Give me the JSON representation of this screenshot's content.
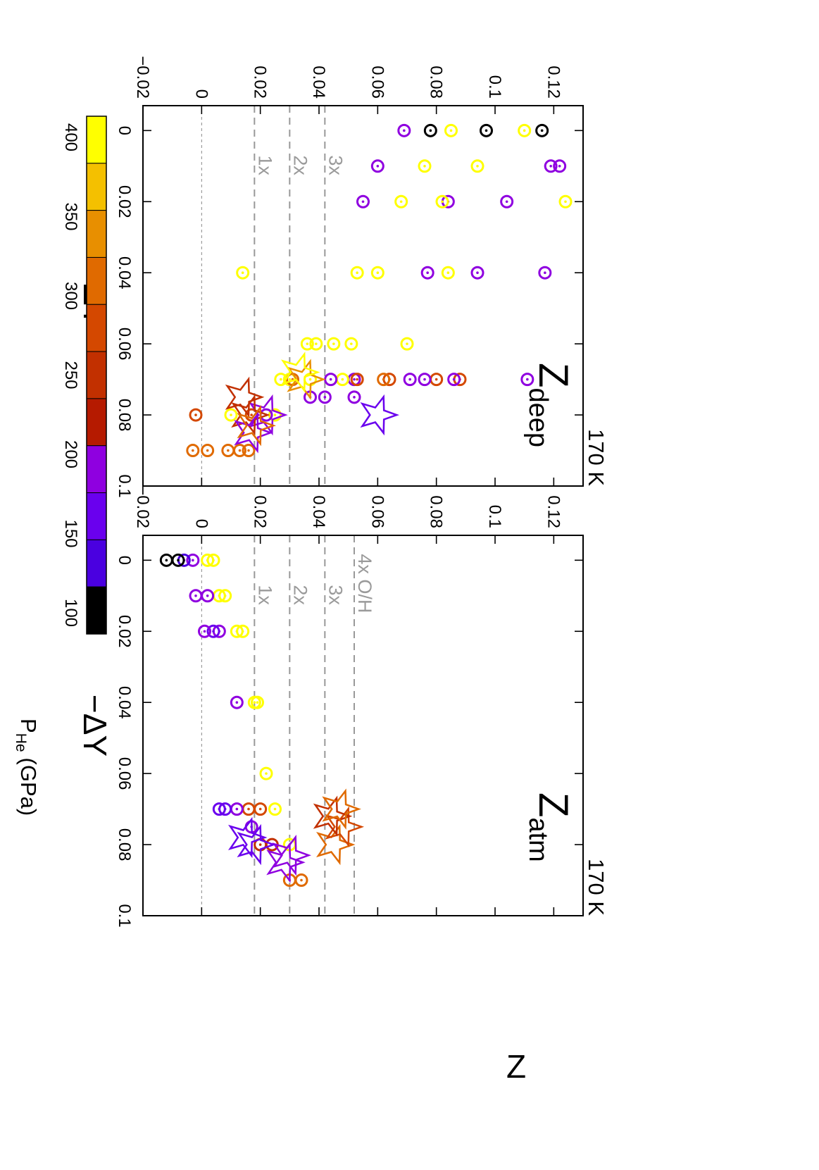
{
  "figure": {
    "ylabel": "Z",
    "colorbar": {
      "title": "P",
      "title_sub": "He",
      "title_unit": "(GPa)",
      "ticks": [
        "100",
        "150",
        "200",
        "250",
        "300",
        "350",
        "400"
      ],
      "range": [
        100,
        400
      ],
      "colors": [
        "#000000",
        "#4a00e0",
        "#6a00ee",
        "#8f00e0",
        "#b51a00",
        "#c23000",
        "#d44800",
        "#e06a00",
        "#e88f00",
        "#f4c000",
        "#ffff00"
      ]
    },
    "ref_lines": [
      {
        "label": "4x O/H",
        "z": 0.052
      },
      {
        "label": "3x",
        "z": 0.042
      },
      {
        "label": "2x",
        "z": 0.03
      },
      {
        "label": "1x",
        "z": 0.018
      }
    ]
  },
  "chart_data": [
    {
      "type": "scatter",
      "title": "Z",
      "title_sub": "deep",
      "temperature": "170 K",
      "xlabel": "−ΔY",
      "ylabel": "Z",
      "xlim": [
        -0.007,
        0.1
      ],
      "ylim": [
        -0.02,
        0.13
      ],
      "xticks": [
        "0",
        "0.02",
        "0.04",
        "0.06",
        "0.08",
        "0.1"
      ],
      "yticks": [
        "−0.02",
        "0",
        "0.02",
        "0.04",
        "0.06",
        "0.08",
        "0.1",
        "0.12"
      ],
      "ref_labels": [
        "3x",
        "2x",
        "1x"
      ],
      "points": [
        {
          "x": 0,
          "z": 0.116,
          "p": 100
        },
        {
          "x": 0,
          "z": 0.11,
          "p": 400
        },
        {
          "x": 0,
          "z": 0.097,
          "p": 100
        },
        {
          "x": 0,
          "z": 0.078,
          "p": 100
        },
        {
          "x": 0,
          "z": 0.069,
          "p": 200
        },
        {
          "x": 0,
          "z": 0.085,
          "p": 400
        },
        {
          "x": 0.01,
          "z": 0.119,
          "p": 190
        },
        {
          "x": 0.01,
          "z": 0.122,
          "p": 190
        },
        {
          "x": 0.01,
          "z": 0.094,
          "p": 400
        },
        {
          "x": 0.01,
          "z": 0.076,
          "p": 400
        },
        {
          "x": 0.01,
          "z": 0.06,
          "p": 200
        },
        {
          "x": 0.02,
          "z": 0.124,
          "p": 400
        },
        {
          "x": 0.02,
          "z": 0.104,
          "p": 190
        },
        {
          "x": 0.02,
          "z": 0.084,
          "p": 190
        },
        {
          "x": 0.02,
          "z": 0.082,
          "p": 400
        },
        {
          "x": 0.02,
          "z": 0.068,
          "p": 400
        },
        {
          "x": 0.02,
          "z": 0.055,
          "p": 190
        },
        {
          "x": 0.04,
          "z": 0.117,
          "p": 190
        },
        {
          "x": 0.04,
          "z": 0.094,
          "p": 190
        },
        {
          "x": 0.04,
          "z": 0.084,
          "p": 400
        },
        {
          "x": 0.04,
          "z": 0.077,
          "p": 190
        },
        {
          "x": 0.04,
          "z": 0.06,
          "p": 400
        },
        {
          "x": 0.04,
          "z": 0.053,
          "p": 400
        },
        {
          "x": 0.04,
          "z": 0.014,
          "p": 400
        },
        {
          "x": 0.06,
          "z": 0.07,
          "p": 400
        },
        {
          "x": 0.06,
          "z": 0.051,
          "p": 400
        },
        {
          "x": 0.06,
          "z": 0.045,
          "p": 400
        },
        {
          "x": 0.06,
          "z": 0.039,
          "p": 400
        },
        {
          "x": 0.06,
          "z": 0.036,
          "p": 400
        },
        {
          "x": 0.07,
          "z": 0.111,
          "p": 190
        },
        {
          "x": 0.07,
          "z": 0.088,
          "p": 270
        },
        {
          "x": 0.07,
          "z": 0.086,
          "p": 190
        },
        {
          "x": 0.07,
          "z": 0.08,
          "p": 270
        },
        {
          "x": 0.07,
          "z": 0.076,
          "p": 190
        },
        {
          "x": 0.07,
          "z": 0.071,
          "p": 190
        },
        {
          "x": 0.07,
          "z": 0.064,
          "p": 270
        },
        {
          "x": 0.07,
          "z": 0.052,
          "p": 190
        },
        {
          "x": 0.07,
          "z": 0.048,
          "p": 400
        },
        {
          "x": 0.07,
          "z": 0.044,
          "p": 190
        },
        {
          "x": 0.07,
          "z": 0.037,
          "p": 400
        },
        {
          "x": 0.07,
          "z": 0.03,
          "p": 400
        },
        {
          "x": 0.07,
          "z": 0.027,
          "p": 400
        },
        {
          "x": 0.07,
          "z": 0.053,
          "p": 270
        },
        {
          "x": 0.07,
          "z": 0.062,
          "p": 300
        },
        {
          "x": 0.07,
          "z": 0.031,
          "p": 300
        },
        {
          "x": 0.075,
          "z": 0.052,
          "p": 190
        },
        {
          "x": 0.075,
          "z": 0.042,
          "p": 190
        },
        {
          "x": 0.075,
          "z": 0.037,
          "p": 190
        },
        {
          "x": 0.08,
          "z": 0.025,
          "p": 400
        },
        {
          "x": 0.08,
          "z": 0.022,
          "p": 190
        },
        {
          "x": 0.08,
          "z": 0.017,
          "p": 270
        },
        {
          "x": 0.08,
          "z": 0.01,
          "p": 400
        },
        {
          "x": 0.08,
          "z": -0.002,
          "p": 270
        },
        {
          "x": 0.09,
          "z": 0.016,
          "p": 300
        },
        {
          "x": 0.09,
          "z": 0.013,
          "p": 300
        },
        {
          "x": 0.09,
          "z": 0.009,
          "p": 300
        },
        {
          "x": 0.09,
          "z": 0.002,
          "p": 300
        },
        {
          "x": 0.09,
          "z": -0.003,
          "p": 300
        }
      ],
      "stars": [
        {
          "x": 0.08,
          "z": 0.06,
          "p": 170
        },
        {
          "x": 0.07,
          "z": 0.035,
          "p": 350
        },
        {
          "x": 0.068,
          "z": 0.033,
          "p": 400
        },
        {
          "x": 0.08,
          "z": 0.022,
          "p": 180
        },
        {
          "x": 0.08,
          "z": 0.016,
          "p": 250
        },
        {
          "x": 0.075,
          "z": 0.014,
          "p": 260
        },
        {
          "x": 0.085,
          "z": 0.017,
          "p": 200
        },
        {
          "x": 0.083,
          "z": 0.018,
          "p": 300
        }
      ]
    },
    {
      "type": "scatter",
      "title": "Z",
      "title_sub": "atm",
      "temperature": "170 K",
      "xlabel": "−ΔY",
      "ylabel": "Z",
      "xlim": [
        -0.007,
        0.1
      ],
      "ylim": [
        -0.02,
        0.13
      ],
      "xticks": [
        "0",
        "0.02",
        "0.04",
        "0.06",
        "0.08",
        "0.1"
      ],
      "yticks": [
        "−0.02",
        "0",
        "0.02",
        "0.04",
        "0.06",
        "0.08",
        "0.1",
        "0.12"
      ],
      "ref_labels": [
        "4x O/H",
        "3x",
        "2x",
        "1x"
      ],
      "points": [
        {
          "x": 0,
          "z": 0.004,
          "p": 400
        },
        {
          "x": 0,
          "z": 0.002,
          "p": 400
        },
        {
          "x": 0,
          "z": -0.003,
          "p": 190
        },
        {
          "x": 0,
          "z": -0.006,
          "p": 140
        },
        {
          "x": 0,
          "z": -0.008,
          "p": 110
        },
        {
          "x": 0,
          "z": -0.012,
          "p": 100
        },
        {
          "x": 0.01,
          "z": 0.008,
          "p": 400
        },
        {
          "x": 0.01,
          "z": 0.006,
          "p": 400
        },
        {
          "x": 0.01,
          "z": 0.002,
          "p": 190
        },
        {
          "x": 0.01,
          "z": -0.002,
          "p": 190
        },
        {
          "x": 0.02,
          "z": 0.014,
          "p": 400
        },
        {
          "x": 0.02,
          "z": 0.012,
          "p": 400
        },
        {
          "x": 0.02,
          "z": 0.006,
          "p": 190
        },
        {
          "x": 0.02,
          "z": 0.004,
          "p": 150
        },
        {
          "x": 0.02,
          "z": 0.001,
          "p": 190
        },
        {
          "x": 0.04,
          "z": 0.019,
          "p": 400
        },
        {
          "x": 0.04,
          "z": 0.018,
          "p": 400
        },
        {
          "x": 0.04,
          "z": 0.012,
          "p": 190
        },
        {
          "x": 0.06,
          "z": 0.022,
          "p": 400
        },
        {
          "x": 0.07,
          "z": 0.025,
          "p": 400
        },
        {
          "x": 0.07,
          "z": 0.02,
          "p": 270
        },
        {
          "x": 0.07,
          "z": 0.016,
          "p": 270
        },
        {
          "x": 0.07,
          "z": 0.012,
          "p": 190
        },
        {
          "x": 0.07,
          "z": 0.008,
          "p": 150
        },
        {
          "x": 0.07,
          "z": 0.006,
          "p": 150
        },
        {
          "x": 0.075,
          "z": 0.017,
          "p": 190
        },
        {
          "x": 0.08,
          "z": 0.03,
          "p": 400
        },
        {
          "x": 0.08,
          "z": 0.024,
          "p": 250
        },
        {
          "x": 0.08,
          "z": 0.02,
          "p": 250
        },
        {
          "x": 0.09,
          "z": 0.03,
          "p": 300
        },
        {
          "x": 0.09,
          "z": 0.034,
          "p": 300
        }
      ],
      "stars": [
        {
          "x": 0.08,
          "z": 0.045,
          "p": 300
        },
        {
          "x": 0.075,
          "z": 0.048,
          "p": 280
        },
        {
          "x": 0.072,
          "z": 0.044,
          "p": 260
        },
        {
          "x": 0.07,
          "z": 0.047,
          "p": 320
        },
        {
          "x": 0.085,
          "z": 0.028,
          "p": 190
        },
        {
          "x": 0.083,
          "z": 0.03,
          "p": 200
        },
        {
          "x": 0.08,
          "z": 0.018,
          "p": 170
        },
        {
          "x": 0.078,
          "z": 0.015,
          "p": 160
        }
      ]
    }
  ]
}
